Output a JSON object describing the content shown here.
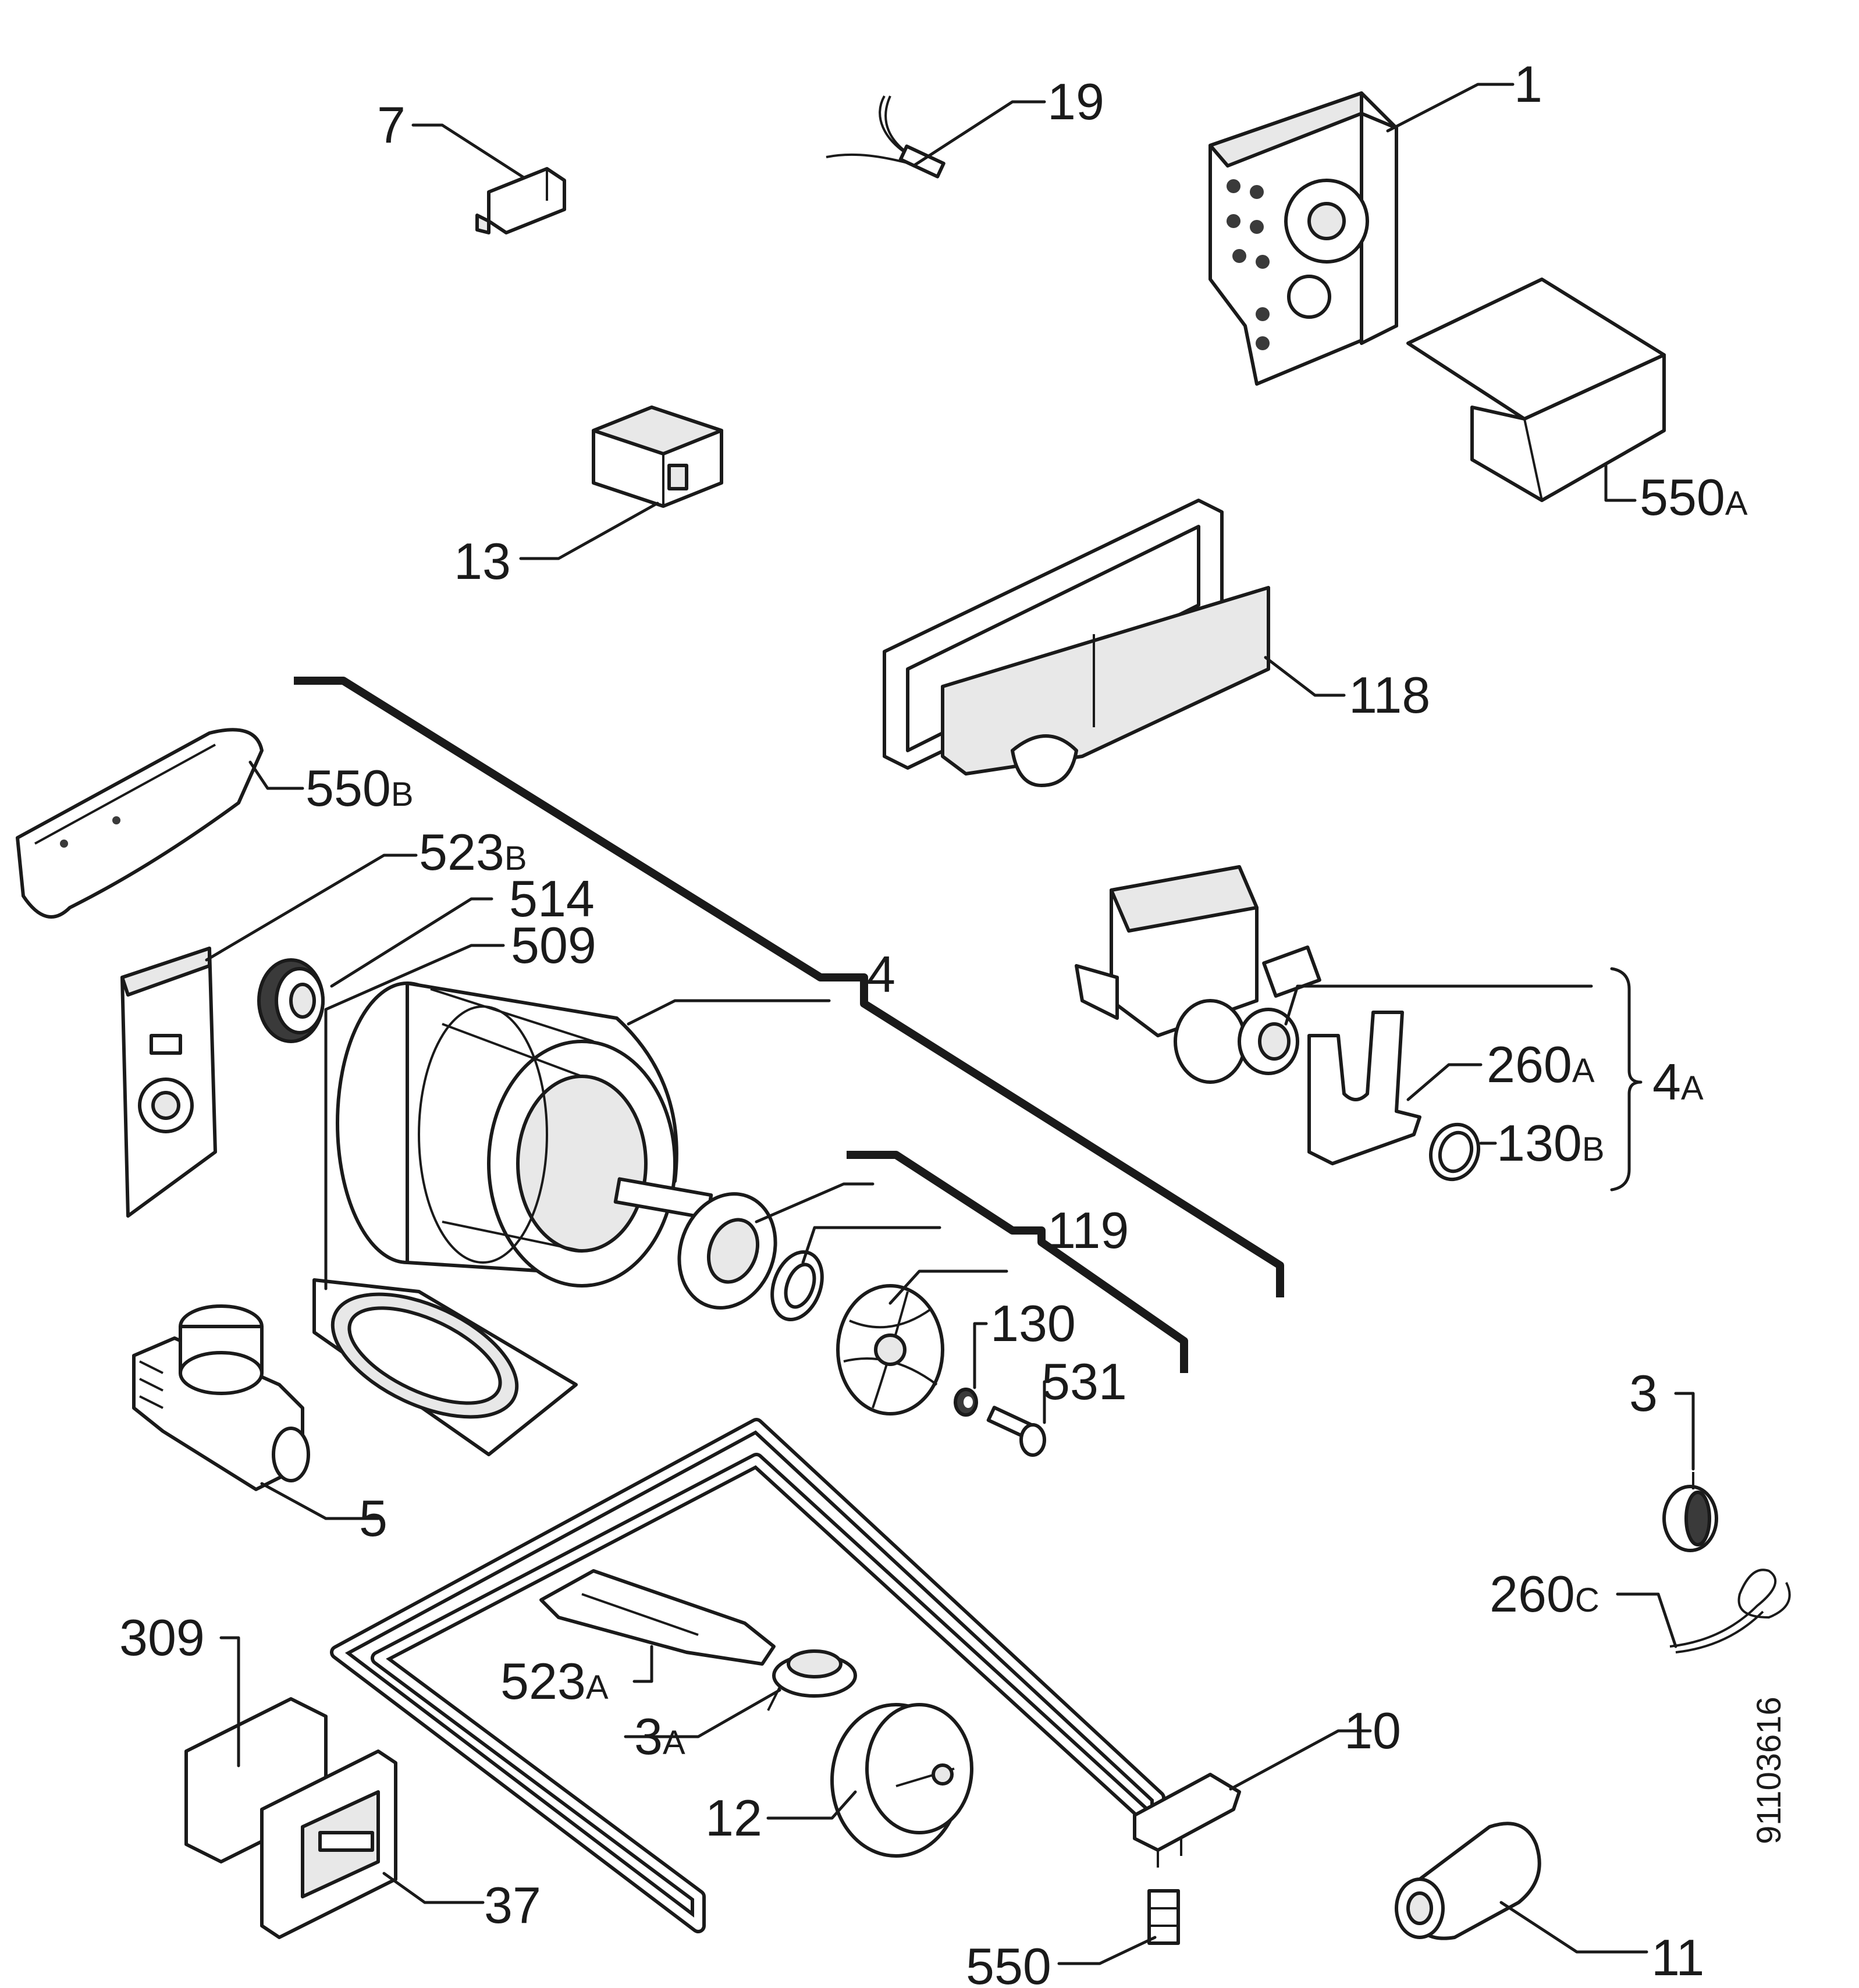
{
  "callouts": [
    {
      "id": "1",
      "text": "1"
    },
    {
      "id": "3",
      "text": "3"
    },
    {
      "id": "3A",
      "text": "3",
      "suffix": "A"
    },
    {
      "id": "4",
      "text": "4"
    },
    {
      "id": "4A",
      "text": "4",
      "suffix": "A"
    },
    {
      "id": "5",
      "text": "5"
    },
    {
      "id": "7",
      "text": "7"
    },
    {
      "id": "10",
      "text": "10"
    },
    {
      "id": "11",
      "text": "11"
    },
    {
      "id": "12",
      "text": "12"
    },
    {
      "id": "13",
      "text": "13"
    },
    {
      "id": "19",
      "text": "19"
    },
    {
      "id": "37",
      "text": "37"
    },
    {
      "id": "118",
      "text": "118"
    },
    {
      "id": "119",
      "text": "119"
    },
    {
      "id": "130",
      "text": "130"
    },
    {
      "id": "130B",
      "text": "130",
      "suffix": "B"
    },
    {
      "id": "260A",
      "text": "260",
      "suffix": "A"
    },
    {
      "id": "260C",
      "text": "260",
      "suffix": "C"
    },
    {
      "id": "309",
      "text": "309"
    },
    {
      "id": "509",
      "text": "509"
    },
    {
      "id": "514",
      "text": "514"
    },
    {
      "id": "523A",
      "text": "523",
      "suffix": "A"
    },
    {
      "id": "523B",
      "text": "523",
      "suffix": "B"
    },
    {
      "id": "531",
      "text": "531"
    },
    {
      "id": "550",
      "text": "550"
    },
    {
      "id": "550A",
      "text": "550",
      "suffix": "A"
    },
    {
      "id": "550B",
      "text": "550",
      "suffix": "B"
    }
  ],
  "document_number": "91103616"
}
